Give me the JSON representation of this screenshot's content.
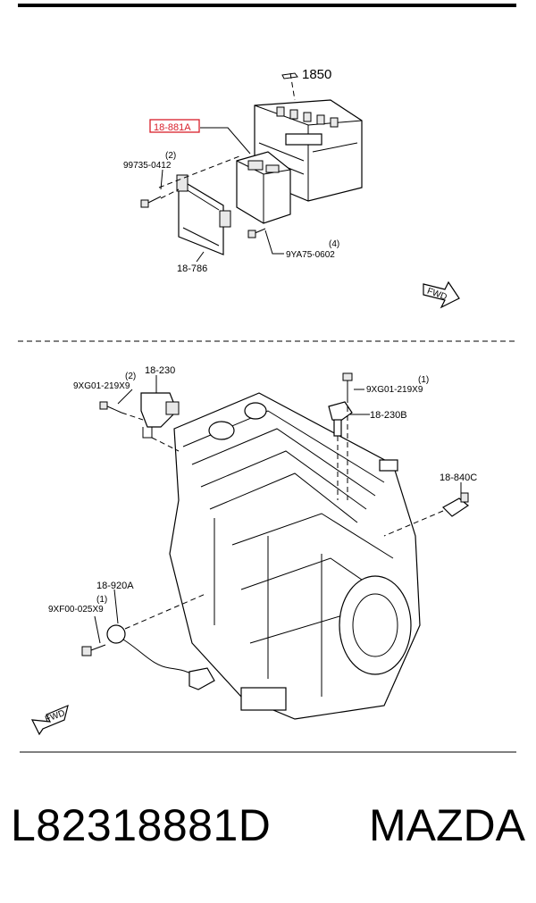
{
  "upper": {
    "labels": {
      "battery": "1850",
      "module_highlighted": "18-881A",
      "bolt_qty_left": "(2)",
      "bolt_left": "99735-0412",
      "bracket": "18-786",
      "bolt_qty_right": "(4)",
      "bolt_right": "9YA75-0602",
      "fwd": "FWD"
    }
  },
  "lower": {
    "labels": {
      "cam_sensor": "18-230",
      "bolt_cam_qty": "(2)",
      "bolt_cam": "9XG01-219X9",
      "bolt_top_qty": "(1)",
      "bolt_top": "9XG01-219X9",
      "cam_sensor_b": "18-230B",
      "temp_sensor": "18-840C",
      "knock_sensor": "18-920A",
      "bolt_knock_qty": "(1)",
      "bolt_knock": "9XF00-025X9",
      "fwd": "FWD"
    }
  },
  "caption": {
    "part_number": "L82318881D",
    "brand": "MAZDA"
  },
  "colors": {
    "highlight": "#d81e2a"
  }
}
